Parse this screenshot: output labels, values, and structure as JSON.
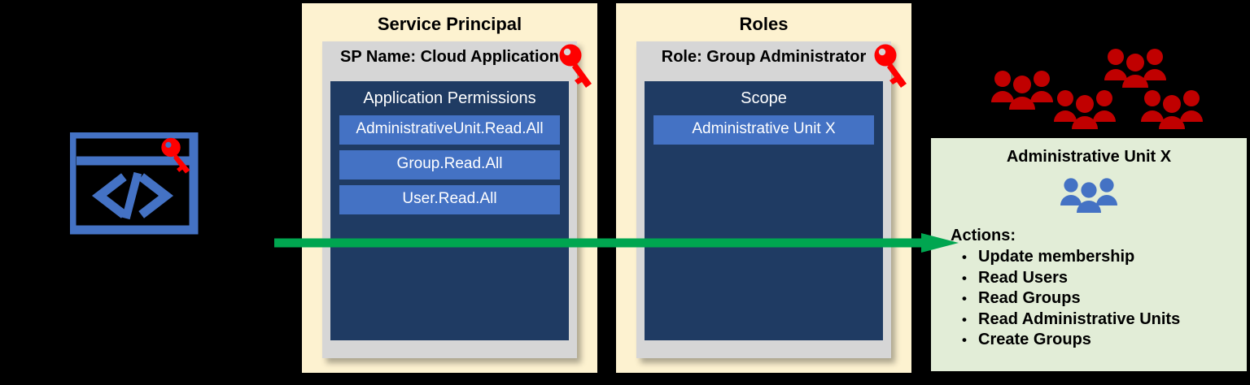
{
  "background_color": "#000000",
  "accent_colors": {
    "panel_cream": "#FDF2D0",
    "card_gray": "#D6D6D6",
    "navy": "#1F3B63",
    "chip_blue": "#4472C4",
    "key_red": "#FF0000",
    "people_red": "#C00000",
    "people_blue": "#4472C4",
    "arrow_green": "#00A650",
    "au_panel_green": "#E2EDD7"
  },
  "app_icon": {
    "name": "code-application-window-icon",
    "glyph": "</>",
    "has_key": true
  },
  "service_principal": {
    "panel_title": "Service Principal",
    "card_header": "SP Name: Cloud Application",
    "key_icon": "key-icon",
    "section_title": "Application Permissions",
    "permissions": [
      "AdministrativeUnit.Read.All",
      "Group.Read.All",
      "User.Read.All"
    ]
  },
  "roles": {
    "panel_title": "Roles",
    "card_header": "Role: Group Administrator",
    "key_icon": "key-icon",
    "section_title": "Scope",
    "scopes": [
      "Administrative Unit X"
    ]
  },
  "administrative_unit": {
    "title": "Administrative Unit X",
    "people_icon": "people-group-icon",
    "actions_label": "Actions:",
    "actions": [
      "Update membership",
      "Read Users",
      "Read Groups",
      "Read Administrative Units",
      "Create Groups"
    ],
    "bullet": "•"
  },
  "people_clusters": [
    {
      "name": "red-people-cluster-1"
    },
    {
      "name": "red-people-cluster-2"
    },
    {
      "name": "red-people-cluster-3"
    },
    {
      "name": "red-people-cluster-4"
    }
  ],
  "arrow": {
    "name": "access-flow-arrow",
    "direction": "right",
    "color": "#00A650"
  }
}
